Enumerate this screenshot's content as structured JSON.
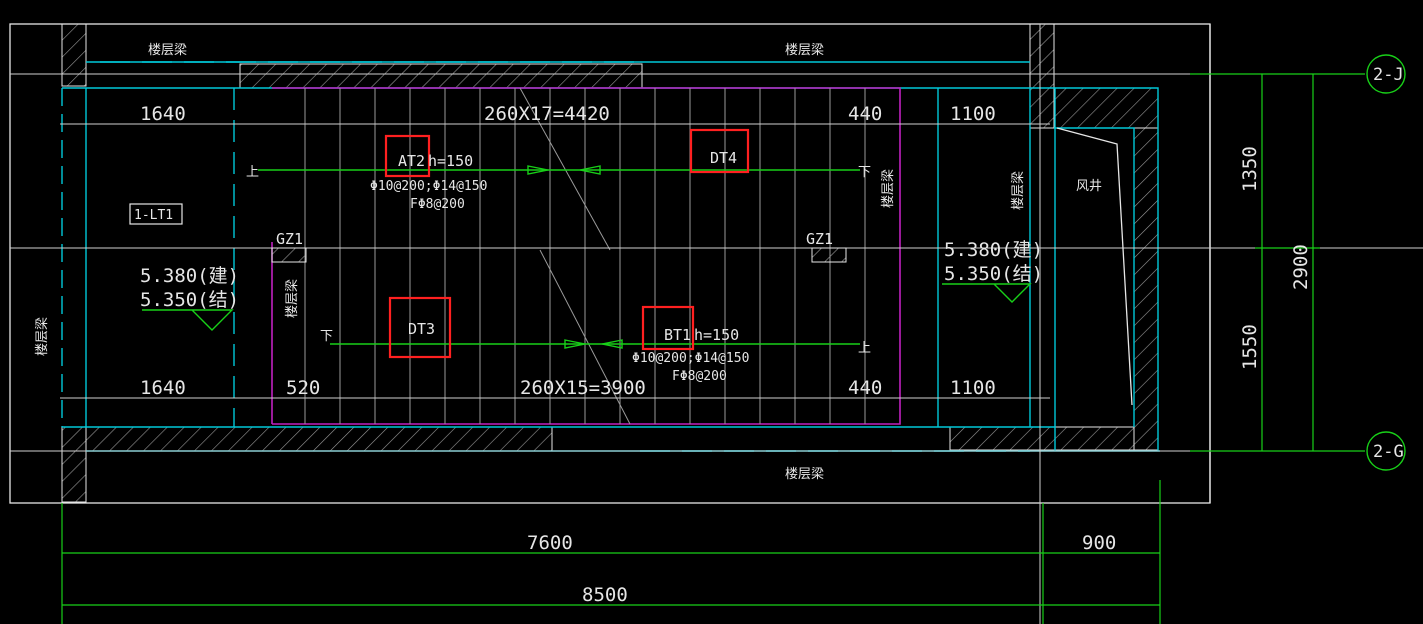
{
  "colors": {
    "background": "#000000",
    "white": "#e6e6e6",
    "cyan": "#00c8d8",
    "green": "#18d018",
    "magenta": "#c020c0",
    "red": "#ff2020",
    "gray": "#9a9a9a"
  },
  "beam_labels": {
    "top": "楼层梁",
    "top_right": "楼层梁",
    "bottom": "楼层梁"
  },
  "left_room": {
    "dim_top": "1640",
    "dim_bottom": "1640",
    "tag": "1-LT1",
    "elev_arch": "5.380(建)",
    "elev_struct": "5.350(结)",
    "side_beam": "楼层梁"
  },
  "stair": {
    "top_dim": "260X17=4420",
    "bottom_dim": "260X15=3900",
    "dim_440_top": "440",
    "dim_440_bottom": "440",
    "dim_520": "520",
    "upper_flight": {
      "id": "AT2",
      "thickness": "h=150",
      "rebar1": "Φ10@200;Φ14@150",
      "rebar2": "FΦ8@200",
      "dir_start": "上",
      "dir_end": "下",
      "marked_id": "DT4"
    },
    "lower_flight": {
      "id": "BT1",
      "thickness": "h=150",
      "rebar1": "Φ10@200;Φ14@150",
      "rebar2": "FΦ8@200",
      "dir_start": "下",
      "dir_end": "上",
      "marked_id": "DT3"
    },
    "gz_left": "GZ1",
    "gz_right": "GZ1",
    "inner_beam_left": "楼层梁",
    "inner_beam_right": "楼层梁"
  },
  "right_room": {
    "dim_top": "1100",
    "dim_bottom": "1100",
    "elev_arch": "5.380(建)",
    "elev_struct": "5.350(结)",
    "side_beam": "楼层梁",
    "shaft": "风井"
  },
  "vertical_dims": {
    "upper": "1350",
    "lower": "1550",
    "total": "2900"
  },
  "grid_axes": {
    "top": "2-J",
    "bottom": "2-G"
  },
  "horizontal_dims": {
    "main": "7600",
    "extra": "900",
    "total": "8500"
  }
}
